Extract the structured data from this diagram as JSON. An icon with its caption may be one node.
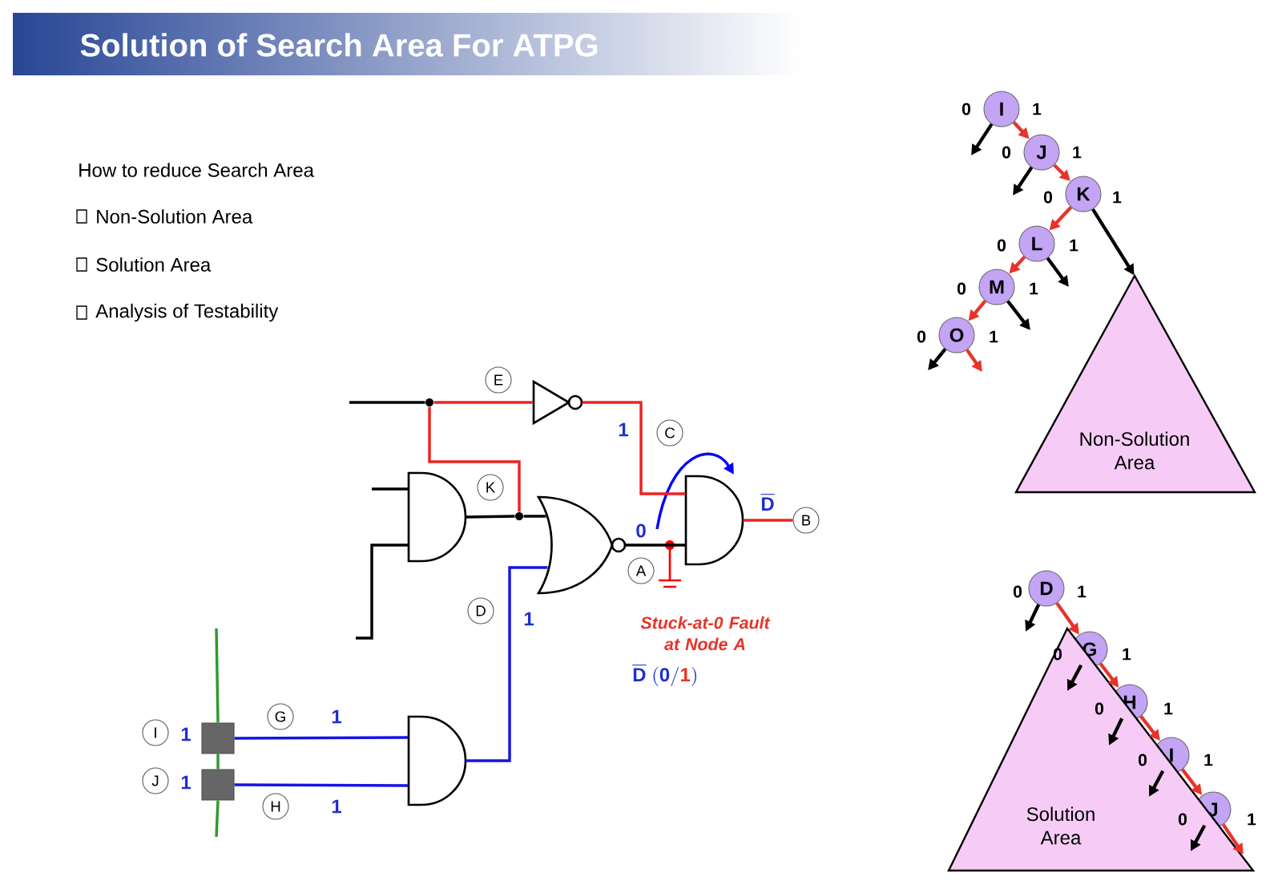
{
  "diagram": {
    "title": "Solution of Search Area For ATPG",
    "nodes": [
      {
        "text": [
          "I"
        ]
      },
      {
        "text": [
          "J"
        ]
      },
      {
        "text": [
          "K"
        ]
      },
      {
        "text": [
          "L"
        ]
      },
      {
        "text": [
          "M"
        ]
      },
      {
        "text": [
          "O"
        ]
      },
      {
        "text": [
          "Non-Solution Area"
        ]
      },
      {
        "text": [
          "E"
        ]
      },
      {
        "text": [
          "C"
        ]
      },
      {
        "text": [
          "K"
        ]
      },
      {
        "text": [
          "B"
        ]
      },
      {
        "text": [
          "A"
        ]
      },
      {
        "text": [
          "D"
        ]
      },
      {
        "text": [
          "G"
        ]
      },
      {
        "text": [
          "I"
        ]
      },
      {
        "text": [
          "J"
        ]
      },
      {
        "text": [
          "H"
        ]
      },
      {
        "text": [
          "D"
        ]
      },
      {
        "text": [
          "G"
        ]
      },
      {
        "text": [
          "H"
        ]
      },
      {
        "text": [
          "I"
        ]
      },
      {
        "text": [
          "J"
        ]
      },
      {
        "text": [
          "Solution Area"
        ]
      },
      {
        "text": [],
        "shape": "dot"
      },
      {
        "text": [],
        "shape": "gate"
      },
      {
        "text": [],
        "shape": "gate"
      },
      {
        "text": [],
        "shape": "dot"
      },
      {
        "text": [],
        "shape": "gate"
      },
      {
        "text": [],
        "shape": "gate"
      },
      {
        "text": [],
        "shape": "box"
      },
      {
        "text": [],
        "shape": "box"
      },
      {
        "text": [],
        "shape": "gate"
      }
    ],
    "edges": [
      {
        "from": 0,
        "to": 1,
        "arrow": "to",
        "label": "1",
        "color": "#e8332a"
      },
      {
        "from": 0,
        "to": null,
        "arrow": "to",
        "label": "0",
        "color": "#000000"
      },
      {
        "from": 1,
        "to": 2,
        "arrow": "to",
        "label": "1",
        "color": "#e8332a"
      },
      {
        "from": 1,
        "to": null,
        "arrow": "to",
        "label": "0",
        "color": "#000000"
      },
      {
        "from": 2,
        "to": 3,
        "arrow": "to",
        "label": "0",
        "color": "#e8332a"
      },
      {
        "from": 2,
        "to": 6,
        "arrow": "to",
        "label": "1",
        "color": "#000000"
      },
      {
        "from": 3,
        "to": 4,
        "arrow": "to",
        "label": "0",
        "color": "#e8332a"
      },
      {
        "from": 3,
        "to": null,
        "arrow": "to",
        "label": "1",
        "color": "#000000"
      },
      {
        "from": 4,
        "to": 5,
        "arrow": "to",
        "label": "0",
        "color": "#e8332a"
      },
      {
        "from": 4,
        "to": null,
        "arrow": "to",
        "label": "1",
        "color": "#000000"
      },
      {
        "from": 5,
        "to": null,
        "arrow": "to",
        "label": "0",
        "color": "#000000"
      },
      {
        "from": 5,
        "to": null,
        "arrow": "to",
        "label": "1",
        "color": "#e8332a"
      },
      {
        "from": 17,
        "to": 18,
        "arrow": "to",
        "label": "1",
        "color": "#e8332a"
      },
      {
        "from": 17,
        "to": null,
        "arrow": "to",
        "label": "0",
        "color": "#000000"
      },
      {
        "from": 18,
        "to": 19,
        "arrow": "to",
        "label": "1",
        "color": "#e8332a"
      },
      {
        "from": 18,
        "to": 22,
        "arrow": "to",
        "label": "0",
        "color": "#000000"
      },
      {
        "from": 19,
        "to": 20,
        "arrow": "to",
        "label": "1",
        "color": "#e8332a"
      },
      {
        "from": 19,
        "to": 22,
        "arrow": "to",
        "label": "0",
        "color": "#000000"
      },
      {
        "from": 20,
        "to": 21,
        "arrow": "to",
        "label": "1",
        "color": "#e8332a"
      },
      {
        "from": 20,
        "to": 22,
        "arrow": "to",
        "label": "0",
        "color": "#000000"
      },
      {
        "from": 21,
        "to": 22,
        "arrow": "to",
        "label": "1",
        "color": "#e8332a"
      },
      {
        "from": 21,
        "to": 22,
        "arrow": "to",
        "label": "0",
        "color": "#000000"
      },
      {
        "from": null,
        "to": 23,
        "arrow": "none",
        "color": "#000000"
      },
      {
        "from": 23,
        "to": 24,
        "arrow": "none",
        "color": "#ee2222"
      },
      {
        "from": 24,
        "to": 28,
        "arrow": "none",
        "color": "#ee2222"
      },
      {
        "from": 23,
        "to": 26,
        "arrow": "none",
        "color": "#ee2222"
      },
      {
        "from": null,
        "to": 25,
        "arrow": "none",
        "color": "#000000"
      },
      {
        "from": null,
        "to": 25,
        "arrow": "none",
        "color": "#000000"
      },
      {
        "from": 25,
        "to": 26,
        "arrow": "none",
        "color": "#000000"
      },
      {
        "from": 26,
        "to": 27,
        "arrow": "none",
        "color": "#000000"
      },
      {
        "from": 27,
        "to": 28,
        "arrow": "none",
        "color": "#000000"
      },
      {
        "from": 28,
        "to": 10,
        "arrow": "none",
        "color": "#ee2222"
      },
      {
        "from": 31,
        "to": 27,
        "arrow": "none",
        "color": "#1414e6"
      },
      {
        "from": 29,
        "to": 31,
        "arrow": "none",
        "color": "#1414e6"
      },
      {
        "from": 30,
        "to": 31,
        "arrow": "none",
        "color": "#1414e6"
      },
      {
        "from": null,
        "to": 29,
        "arrow": "none",
        "color": "#2e9a2e"
      },
      {
        "from": 29,
        "to": 30,
        "arrow": "none",
        "color": "#2e9a2e"
      },
      {
        "from": 30,
        "to": null,
        "arrow": "none",
        "color": "#2e9a2e"
      }
    ],
    "labels": [
      "How to reduce Search Area",
      "Non-Solution Area",
      "Solution Area",
      "Analysis of Testability",
      "1",
      "\\overline{\\mathbf{D}}",
      "0",
      "1",
      "Stuck-at-0 Fault at Node A",
      "\\overline{\\mathbf{D}}\\ \\mathbf{(0/}\\textcolor[HTML]{E8332A}{\\mathbf{1}}\\mathbf{)}",
      "1",
      "1",
      "1",
      "1"
    ]
  }
}
